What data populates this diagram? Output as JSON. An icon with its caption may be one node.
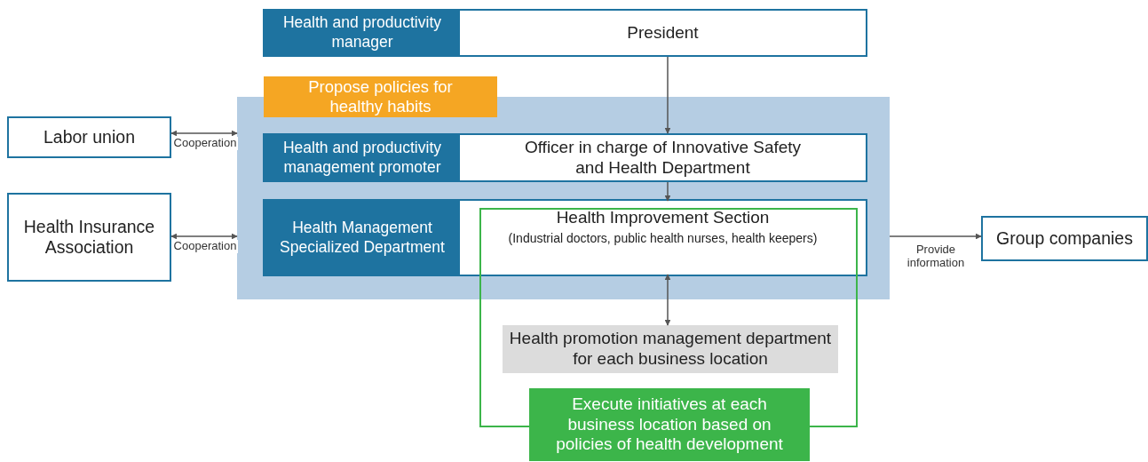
{
  "diagram": {
    "nodes": [
      {
        "text": [
          "Health and productivity manager",
          "President"
        ]
      },
      {
        "text": [],
        "shape": "box"
      },
      {
        "text": [
          "Propose policies for healthy habits"
        ]
      },
      {
        "text": [
          "Health and productivity management promoter",
          "Officer in charge of Innovative Safety and Health Department"
        ],
        "in": 1
      },
      {
        "text": [
          "Health Management Specialized Department"
        ],
        "in": 1
      },
      {
        "text": [],
        "shape": "box"
      },
      {
        "text": [
          "Health Improvement Section",
          "(Industrial doctors, public health nurses, health keepers)"
        ]
      },
      {
        "text": [
          "Health promotion management department for each business location"
        ],
        "in": 5
      },
      {
        "text": [
          "Execute initiatives at each business location based on policies of health development"
        ]
      },
      {
        "text": [
          "Labor union"
        ]
      },
      {
        "text": [
          "Health Insurance Association"
        ]
      },
      {
        "text": [
          "Group companies"
        ]
      }
    ],
    "edges": [
      {
        "from": 0,
        "to": 3,
        "arrow": "to"
      },
      {
        "from": 3,
        "to": 6,
        "arrow": "to"
      },
      {
        "from": 6,
        "to": 7,
        "arrow": "both"
      },
      {
        "from": 9,
        "to": 1,
        "arrow": "both",
        "label": "Cooperation"
      },
      {
        "from": 10,
        "to": 1,
        "arrow": "both",
        "label": "Cooperation"
      },
      {
        "from": 1,
        "to": 11,
        "arrow": "to",
        "label": "Provide information"
      }
    ]
  }
}
